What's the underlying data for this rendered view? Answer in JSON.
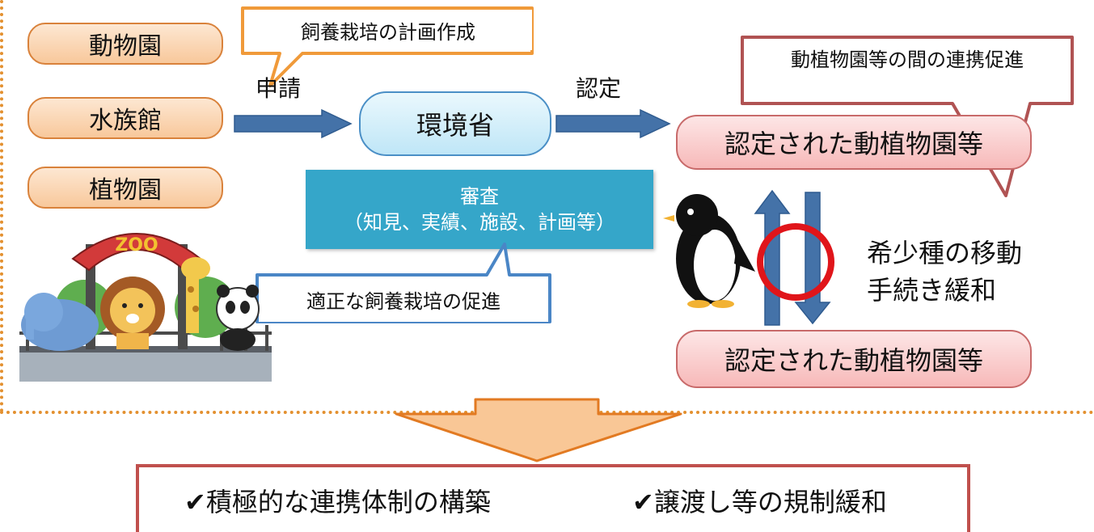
{
  "applicants": [
    "動物園",
    "水族館",
    "植物園"
  ],
  "callouts": {
    "plan": "飼養栽培の計画作成",
    "cooperation": "動植物園等の間の連携促進",
    "proper": "適正な飼養栽培の促進"
  },
  "flow": {
    "apply": "申請",
    "ministry": "環境省",
    "certify": "認定",
    "certified_top": "認定された動植物園等",
    "certified_bottom": "認定された動植物園等"
  },
  "review": {
    "title": "審査",
    "detail": "（知見、実績、施設、計画等）"
  },
  "relaxation": {
    "line1": "希少種の移動",
    "line2": "手続き緩和"
  },
  "zoo_sign": "ZOO",
  "results": [
    "✔積極的な連携体制の構築",
    "✔譲渡し等の規制緩和"
  ],
  "colors": {
    "dotted_frame": "#e3902f",
    "applicant_fill": "#f8c89b",
    "ministry_fill": "#bfe6f7",
    "certified_fill": "#f7b9b9",
    "review_fill": "#35a6c9",
    "arrow_blue": "#4472a8",
    "big_arrow": "#f9c796",
    "result_border": "#c0504d",
    "red_ring": "#e0151a"
  }
}
